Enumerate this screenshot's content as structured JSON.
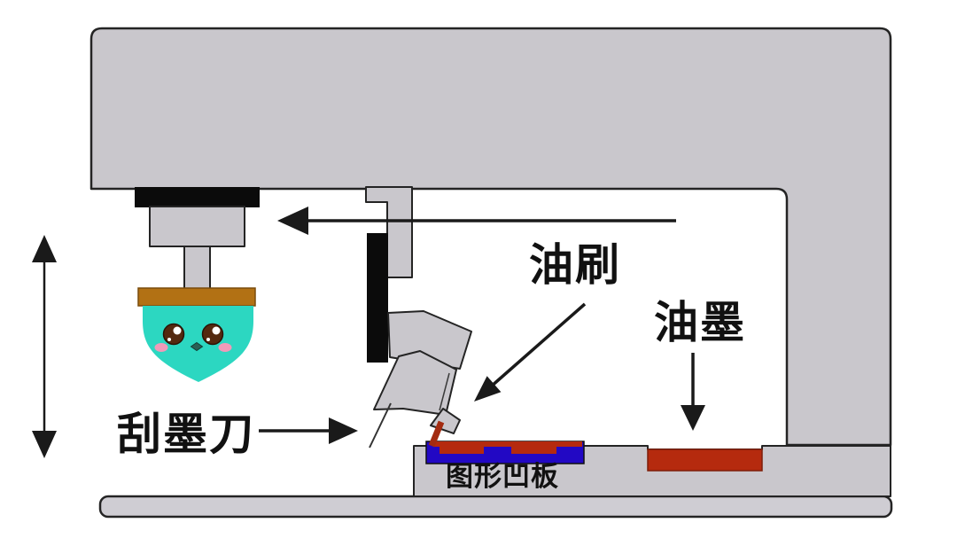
{
  "diagram": {
    "type": "pad-printing / gravure ink transfer process schematic",
    "labels": {
      "oil_brush": "油刷",
      "ink": "油墨",
      "ink_scraper": "刮墨刀",
      "intaglio_plate": "图形凹板"
    },
    "colors": {
      "machine_gray": "#c9c7cc",
      "base_gray": "#cfcdd3",
      "outline": "#242424",
      "black_parts": "#0b0b0b",
      "pad_mount_orange": "#b27114",
      "pad_teal": "#2cd7c1",
      "plate_blue": "#2208c4",
      "ink_red": "#b52a0e",
      "brush_tip_red": "#a32b10",
      "eye_brown": "#54290f",
      "cheek_pink": "#f09ab9",
      "arrow_black": "#1a1a1a"
    }
  }
}
